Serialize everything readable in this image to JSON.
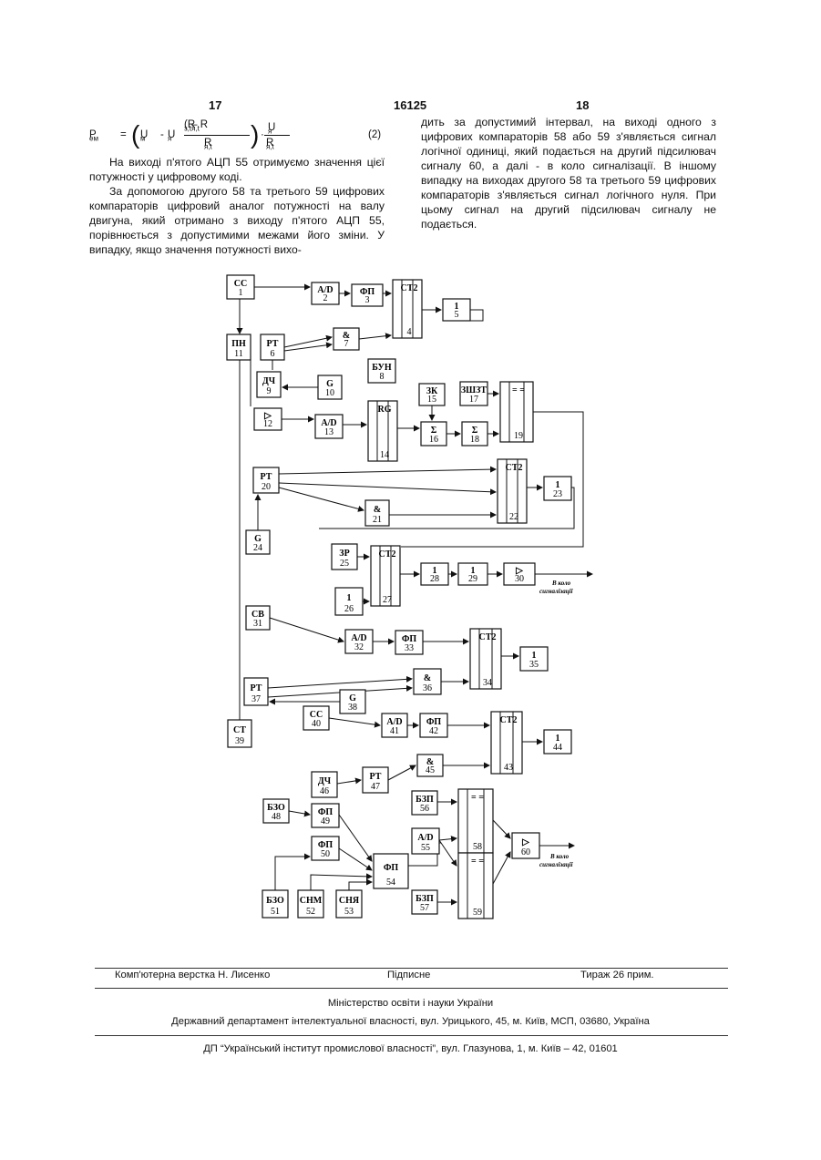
{
  "header": {
    "left_page": "17",
    "patent_number": "16125",
    "right_page": "18"
  },
  "formula": {
    "lhs": "P",
    "lhs_sub": "ем",
    "eq": "=",
    "t1": "U",
    "t1_sub": "м",
    "minus": "-",
    "t2": "U",
    "t2_sub": "я",
    "frac1_num": "(R",
    "frac1_num_sub": "з,t",
    "frac1_num_mid": " – R",
    "frac1_num_sub2": "я,t",
    "frac1_den": "R",
    "frac1_den_sub": "я,t",
    "dot": "·",
    "frac2_num": "U",
    "frac2_num_sub": "я",
    "frac2_den": "R",
    "frac2_den_sub": "я,t",
    "number": "(2)"
  },
  "left_column": {
    "p1": "На виході п'ятого АЦП 55 отримуємо значення цієї потужності у цифровому коді.",
    "p2": "За допомогою другого 58 та третього 59 цифрових компараторів цифровий аналог потужності на валу двигуна, який отримано з виходу п'ятого АЦП 55, порівнюється з допустимими межами його зміни. У випадку, якщо значення потужності вихо-"
  },
  "right_column": {
    "p1": "дить за допустимий інтервал, на виході одного з цифрових компараторів 58 або 59 з'являється сигнал логічної одиниці, який подається на другий підсилювач сигналу 60, а далі - в коло сигналізації. В іншому випадку на виходах другого 58 та третього 59 цифрових компараторів з'являється сигнал логічного нуля. При цьому сигнал на другий підсилювач сигналу не подається."
  },
  "diagram": {
    "blocks": [
      {
        "id": "b1",
        "label": "СС",
        "num": "1"
      },
      {
        "id": "b2",
        "label": "A/D",
        "num": "2"
      },
      {
        "id": "b3",
        "label": "ФП",
        "num": "3"
      },
      {
        "id": "b4",
        "label": "CT2",
        "num": "4"
      },
      {
        "id": "b5",
        "label": "1",
        "num": "5"
      },
      {
        "id": "b6",
        "label": "РТ",
        "num": "6"
      },
      {
        "id": "b7",
        "label": "&",
        "num": "7"
      },
      {
        "id": "b8",
        "label": "БУН",
        "num": "8"
      },
      {
        "id": "b9",
        "label": "ДЧ",
        "num": "9"
      },
      {
        "id": "b10",
        "label": "G",
        "num": "10"
      },
      {
        "id": "b11",
        "label": "ПН",
        "num": "11"
      },
      {
        "id": "b12",
        "label": "▷",
        "num": "12"
      },
      {
        "id": "b13",
        "label": "A/D",
        "num": "13"
      },
      {
        "id": "b14",
        "label": "RG",
        "num": "14"
      },
      {
        "id": "b15",
        "label": "ЗК",
        "num": "15"
      },
      {
        "id": "b16",
        "label": "Σ",
        "num": "16"
      },
      {
        "id": "b17",
        "label": "ЗШЗТ",
        "num": "17"
      },
      {
        "id": "b18",
        "label": "Σ",
        "num": "18"
      },
      {
        "id": "b19",
        "label": "= =",
        "num": "19"
      },
      {
        "id": "b20",
        "label": "РТ",
        "num": "20"
      },
      {
        "id": "b21",
        "label": "&",
        "num": "21"
      },
      {
        "id": "b22",
        "label": "CT2",
        "num": "22"
      },
      {
        "id": "b23",
        "label": "1",
        "num": "23"
      },
      {
        "id": "b24",
        "label": "G",
        "num": "24"
      },
      {
        "id": "b25",
        "label": "ЗР",
        "num": "25"
      },
      {
        "id": "b26",
        "label": "1",
        "num": "26"
      },
      {
        "id": "b27",
        "label": "CT2",
        "num": "27"
      },
      {
        "id": "b28",
        "label": "1",
        "num": "28"
      },
      {
        "id": "b29",
        "label": "1",
        "num": "29"
      },
      {
        "id": "b30",
        "label": "▷",
        "num": "30"
      },
      {
        "id": "b31",
        "label": "СВ",
        "num": "31"
      },
      {
        "id": "b32",
        "label": "A/D",
        "num": "32"
      },
      {
        "id": "b33",
        "label": "ФП",
        "num": "33"
      },
      {
        "id": "b34",
        "label": "CT2",
        "num": "34"
      },
      {
        "id": "b35",
        "label": "1",
        "num": "35"
      },
      {
        "id": "b36",
        "label": "&",
        "num": "36"
      },
      {
        "id": "b37",
        "label": "РТ",
        "num": "37"
      },
      {
        "id": "b38",
        "label": "G",
        "num": "38"
      },
      {
        "id": "b39",
        "label": "СТ",
        "num": "39"
      },
      {
        "id": "b40",
        "label": "СС",
        "num": "40"
      },
      {
        "id": "b41",
        "label": "A/D",
        "num": "41"
      },
      {
        "id": "b42",
        "label": "ФП",
        "num": "42"
      },
      {
        "id": "b43",
        "label": "CT2",
        "num": "43"
      },
      {
        "id": "b44",
        "label": "1",
        "num": "44"
      },
      {
        "id": "b45",
        "label": "&",
        "num": "45"
      },
      {
        "id": "b46",
        "label": "ДЧ",
        "num": "46"
      },
      {
        "id": "b47",
        "label": "РТ",
        "num": "47"
      },
      {
        "id": "b48",
        "label": "БЗО",
        "num": "48"
      },
      {
        "id": "b49",
        "label": "ФП",
        "num": "49"
      },
      {
        "id": "b50",
        "label": "ФП",
        "num": "50"
      },
      {
        "id": "b51",
        "label": "БЗО",
        "num": "51"
      },
      {
        "id": "b52",
        "label": "СНМ",
        "num": "52"
      },
      {
        "id": "b53",
        "label": "СНЯ",
        "num": "53"
      },
      {
        "id": "b54",
        "label": "ФП",
        "num": "54"
      },
      {
        "id": "b55",
        "label": "A/D",
        "num": "55"
      },
      {
        "id": "b56",
        "label": "БЗП",
        "num": "56"
      },
      {
        "id": "b57",
        "label": "БЗП",
        "num": "57"
      },
      {
        "id": "b58",
        "label": "= =",
        "num": "58"
      },
      {
        "id": "b59",
        "label": "= =",
        "num": "59"
      },
      {
        "id": "b60",
        "label": "▷",
        "num": "60"
      }
    ],
    "output_label_line1": "В коло",
    "output_label_line2": "сигналізації"
  },
  "footer": {
    "layout": "Комп'ютерна верстка Н. Лисенко",
    "signed": "Підписне",
    "circulation": "Тираж 26 прим.",
    "ministry": "Міністерство освіти і науки України",
    "department": "Державний департамент інтелектуальної власності, вул. Урицького, 45, м. Київ, МСП, 03680, Україна",
    "institute": "ДП “Український інститут промислової власності”, вул. Глазунова, 1, м. Київ – 42, 01601"
  }
}
